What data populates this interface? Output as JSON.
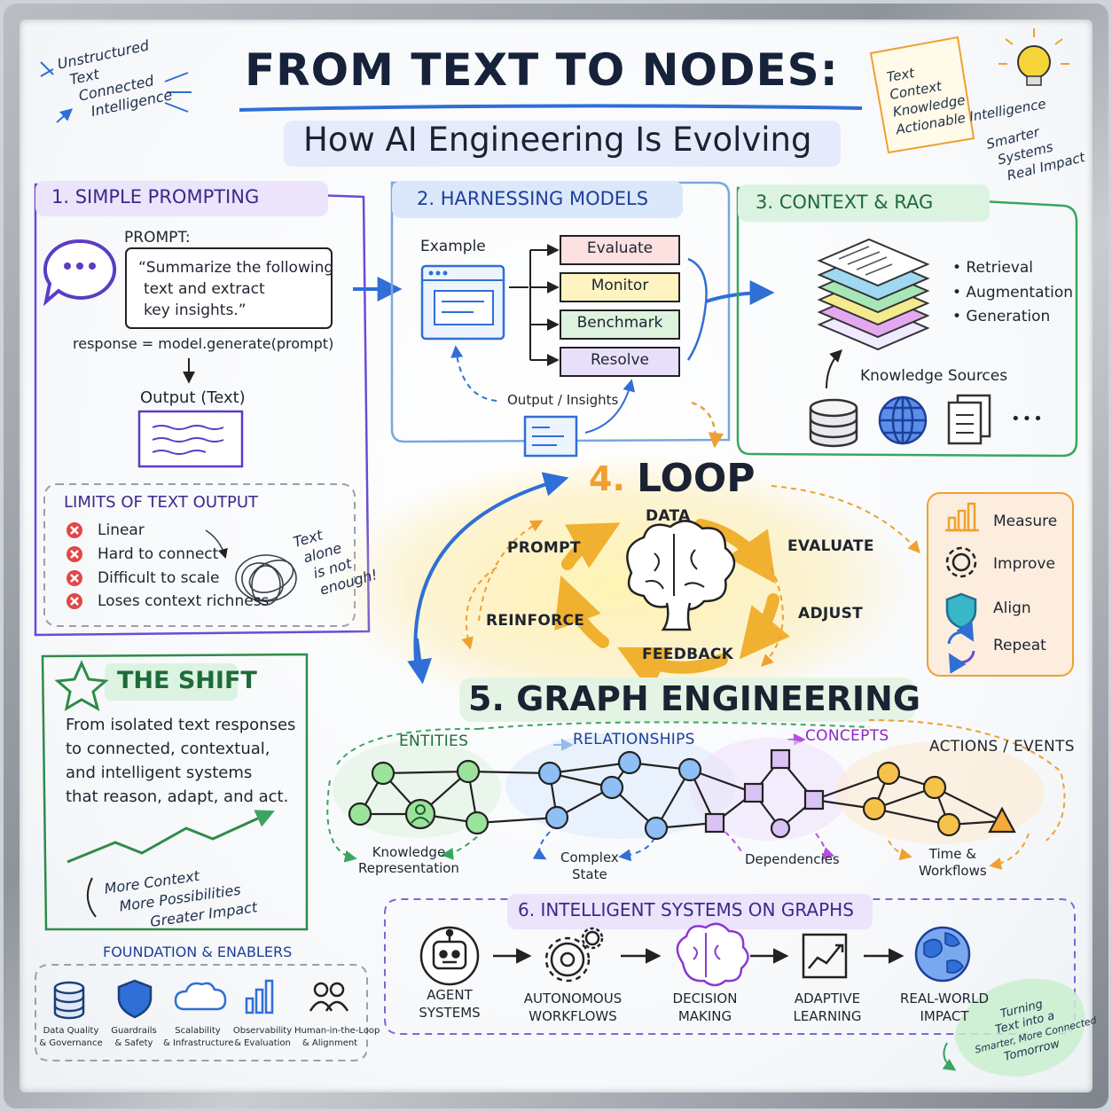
{
  "title": "FROM TEXT TO NODES:",
  "subtitle": "How AI Engineering Is Evolving",
  "corner_left": [
    "Unstructured",
    "Text",
    "Connected",
    "Intelligence"
  ],
  "corner_right": [
    "Text",
    "Context",
    "Knowledge",
    "Actionable Intelligence"
  ],
  "corner_right_note": [
    "Smarter",
    "Systems",
    "Real Impact"
  ],
  "colors": {
    "purple": "#6b4bd6",
    "blue": "#2f6fd6",
    "green": "#3aa561",
    "orange": "#f0a030",
    "red": "#e04848",
    "yellow": "#f2d24a"
  },
  "s1": {
    "header": "1.  SIMPLE PROMPTING",
    "prompt_label": "PROMPT:",
    "prompt_text": [
      "“Summarize the following",
      "text and extract",
      "key insights.”"
    ],
    "code": "response = model.generate(prompt)",
    "output_label": "Output (Text)",
    "limits_header": "LIMITS OF TEXT OUTPUT",
    "limits": [
      "Linear",
      "Hard to connect",
      "Difficult to scale",
      "Loses context richness"
    ],
    "note": [
      "Text",
      "alone",
      "is not",
      "enough!"
    ]
  },
  "s2": {
    "header": "2.  HARNESSING MODELS",
    "example": "Example",
    "items": [
      "Evaluate",
      "Monitor",
      "Benchmark",
      "Resolve"
    ],
    "output": "Output / Insights"
  },
  "s3": {
    "header": "3.  CONTEXT & RAG",
    "bullets": [
      "•  Retrieval",
      "•  Augmentation",
      "•  Generation"
    ],
    "sources": "Knowledge Sources",
    "more": "•••"
  },
  "s4": {
    "title_num": "4.",
    "title": "LOOP",
    "steps": [
      "DATA",
      "EVALUATE",
      "ADJUST",
      "FEEDBACK",
      "REINFORCE",
      "PROMPT"
    ],
    "side": [
      "Measure",
      "Improve",
      "Align",
      "Repeat"
    ]
  },
  "shift": {
    "header": "THE SHIFT",
    "body": [
      "From isolated text responses",
      "to connected, contextual,",
      "and intelligent systems",
      "that reason, adapt, and act."
    ],
    "notes": [
      "More Context",
      "More Possibilities",
      "Greater Impact"
    ]
  },
  "s5": {
    "header": "5. GRAPH ENGINEERING",
    "labels": [
      "ENTITIES",
      "RELATIONSHIPS",
      "CONCEPTS",
      "ACTIONS / EVENTS"
    ],
    "bottom": [
      [
        "Knowledge",
        "Representation"
      ],
      [
        "Complex",
        "State"
      ],
      [
        "Dependencies"
      ],
      [
        "Time &",
        "Workflows"
      ]
    ]
  },
  "s6": {
    "header": "6.  INTELLIGENT SYSTEMS ON GRAPHS",
    "items": [
      [
        "AGENT",
        "SYSTEMS"
      ],
      [
        "AUTONOMOUS",
        "WORKFLOWS"
      ],
      [
        "DECISION",
        "MAKING"
      ],
      [
        "ADAPTIVE",
        "LEARNING"
      ],
      [
        "REAL-WORLD",
        "IMPACT"
      ]
    ]
  },
  "foundation": {
    "header": "FOUNDATION & ENABLERS",
    "items": [
      [
        "Data Quality",
        "& Governance"
      ],
      [
        "Guardrails",
        "& Safety"
      ],
      [
        "Scalability",
        "& Infrastructure"
      ],
      [
        "Observability",
        "& Evaluation"
      ],
      [
        "Human-in-the-Loop",
        "& Alignment"
      ]
    ]
  },
  "footer_note": [
    "Turning",
    "Text into a",
    "Smarter, More Connected",
    "Tomorrow"
  ]
}
